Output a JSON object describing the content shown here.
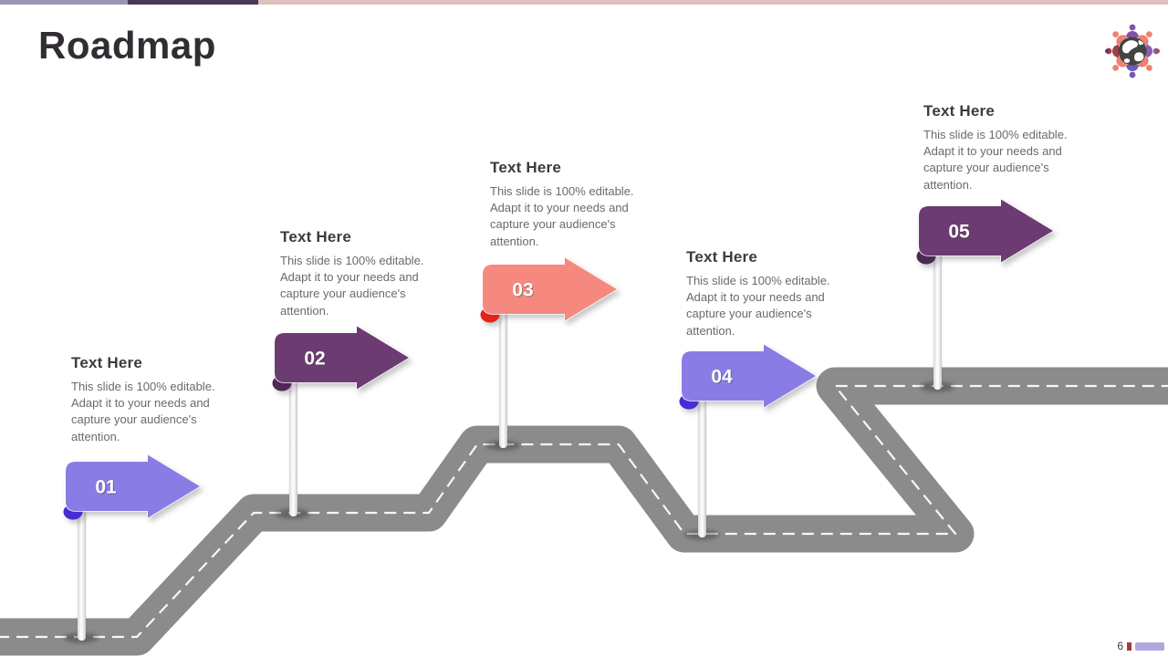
{
  "slide": {
    "title": "Roadmap",
    "page_number": "6"
  },
  "top_bar": {
    "segment1_color": "#9c94b5",
    "segment2_color": "#453a51",
    "segment3_color": "#debfbc"
  },
  "logo": {
    "name": "globe-people-logo"
  },
  "road": {
    "color": "#8b8b8b",
    "dash_color": "#f7f7f7"
  },
  "footer": {
    "accent_small_color": "#a13c3c",
    "accent_bar_color": "#b2a7dd"
  },
  "milestones": [
    {
      "label": "01",
      "title": "Text Here",
      "description": "This slide is 100% editable. Adapt it to your needs and capture your audience's attention.",
      "sign_color": "#8a7ce5",
      "fold_color": "#4a2bd3"
    },
    {
      "label": "02",
      "title": "Text Here",
      "description": "This slide is 100% editable. Adapt it to your needs and capture your audience's attention.",
      "sign_color": "#6c3b72",
      "fold_color": "#4e2955"
    },
    {
      "label": "03",
      "title": "Text Here",
      "description": "This slide is 100% editable. Adapt it to your needs and capture your audience's attention.",
      "sign_color": "#f5897f",
      "fold_color": "#e0241c"
    },
    {
      "label": "04",
      "title": "Text Here",
      "description": "This slide is 100% editable. Adapt it to your needs and capture your audience's attention.",
      "sign_color": "#8a7ce5",
      "fold_color": "#4a2bd3"
    },
    {
      "label": "05",
      "title": "Text Here",
      "description": "This slide is 100% editable. Adapt it to your needs and capture your audience's attention.",
      "sign_color": "#6c3b72",
      "fold_color": "#4e2955"
    }
  ]
}
